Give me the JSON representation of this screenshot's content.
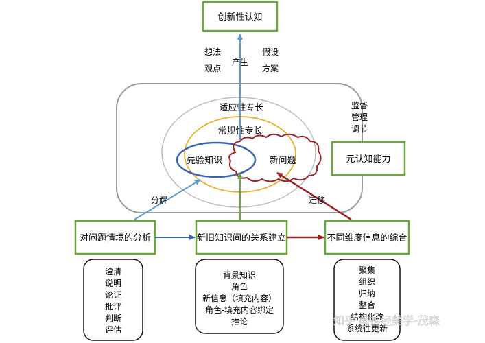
{
  "title_box": "创新性认知",
  "output_labels": {
    "ideas": "想法",
    "hypotheses": "假设",
    "views": "观点",
    "solutions": "方案",
    "produce": "产生"
  },
  "rings": {
    "adaptive": "适应性专长",
    "routine": "常规性专长"
  },
  "inner": {
    "prior": "先验知识",
    "new_problem": "新问题"
  },
  "meta": {
    "box": "元认知能力",
    "lines": [
      "监督",
      "管理",
      "调节"
    ]
  },
  "arrow_labels": {
    "decompose": "分解",
    "transfer": "迁移"
  },
  "process": {
    "analysis": "对问题情境的分析",
    "relation": "新旧知识间的关系建立",
    "synthesis": "不同维度信息的综合"
  },
  "lists": {
    "analysis": [
      "澄清",
      "说明",
      "论证",
      "批评",
      "判断",
      "评估"
    ],
    "relation": [
      "背景知识",
      "角色",
      "新信息（填充内容）",
      "角色-填充内容绑定",
      "推论"
    ],
    "synthesis": [
      "聚集",
      "组织",
      "归纳",
      "整合",
      "结构化改",
      "系统性更新"
    ]
  },
  "watermark": "知乎 @神经美学-茂森",
  "colors": {
    "green": "#6aaa3c",
    "blue": "#3a64b0",
    "red": "#9b1f24",
    "lightblue": "#5b9bd5",
    "gray": "#9a9a9a",
    "yellow": "#e6b22f"
  }
}
